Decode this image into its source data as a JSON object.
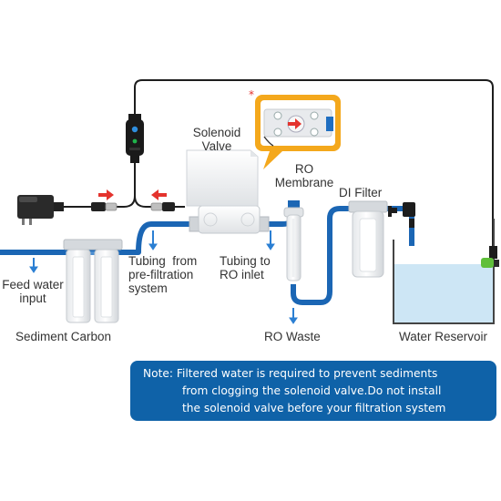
{
  "labels": {
    "solenoid_valve": [
      "Solenoid",
      "Valve"
    ],
    "ro_membrane": [
      "RO",
      "Membrane"
    ],
    "di_filter": "DI Filter",
    "feed_water_input": [
      "Feed water",
      "input"
    ],
    "tubing_from_prefiltration": [
      "Tubing  from",
      "pre-filtration",
      "system"
    ],
    "tubing_to_ro_inlet": [
      "Tubing to",
      "RO inlet"
    ],
    "sediment_carbon": "Sediment Carbon",
    "ro_waste": "RO Waste",
    "water_reservoir": "Water Reservoir"
  },
  "note": {
    "line1": "Note: Filtered water is required to prevent sediments",
    "line2": "from clogging the solenoid valve.Do not install",
    "line3": "the solenoid valve before your filtration system"
  },
  "callout_marker": "*",
  "colors": {
    "tube": "#1b66b4",
    "cable": "#1d1d1d",
    "arrow_red": "#e4332d",
    "callout": "#f4a81c",
    "note_bg": "#0f62a8",
    "water": "#cde6f5"
  },
  "icons": {
    "power_adapter": "power-adapter-icon",
    "controller": "float-switch-controller-icon",
    "float_sensor": "float-sensor-icon"
  }
}
